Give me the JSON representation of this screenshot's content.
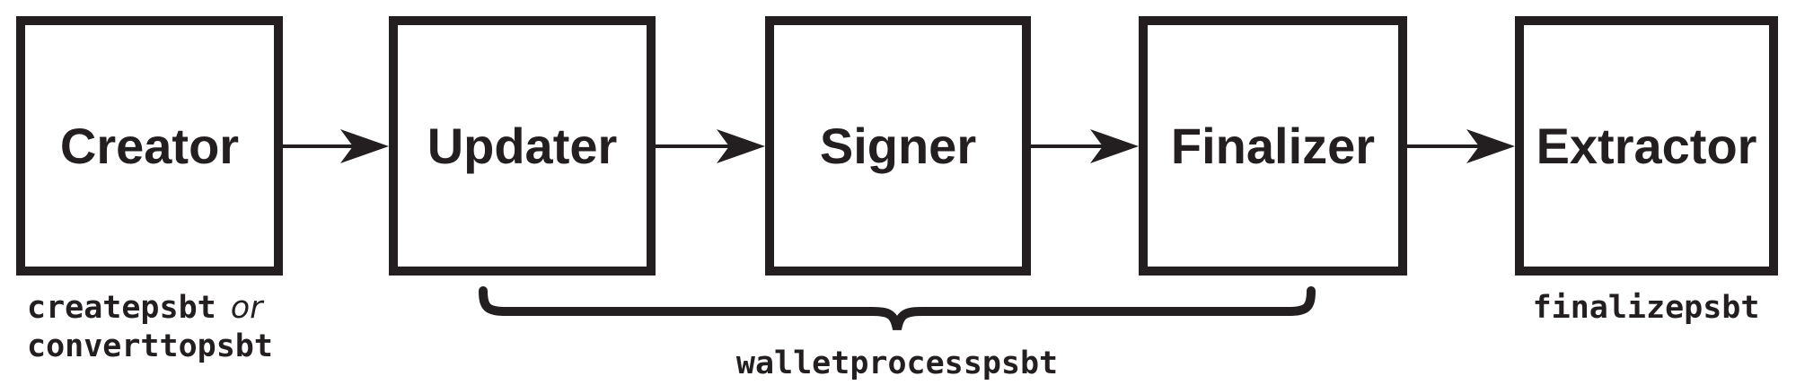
{
  "colors": {
    "ink": "#231f20",
    "background": "#ffffff"
  },
  "diagram": {
    "boxes": [
      {
        "label": "Creator"
      },
      {
        "label": "Updater"
      },
      {
        "label": "Signer"
      },
      {
        "label": "Finalizer"
      },
      {
        "label": "Extractor"
      }
    ],
    "creator_caption": {
      "code": "createpsbt",
      "conjunction": "or",
      "code_alt": "converttopsbt"
    },
    "brace_caption": "walletprocesspsbt",
    "extractor_caption": "finalizepsbt"
  }
}
